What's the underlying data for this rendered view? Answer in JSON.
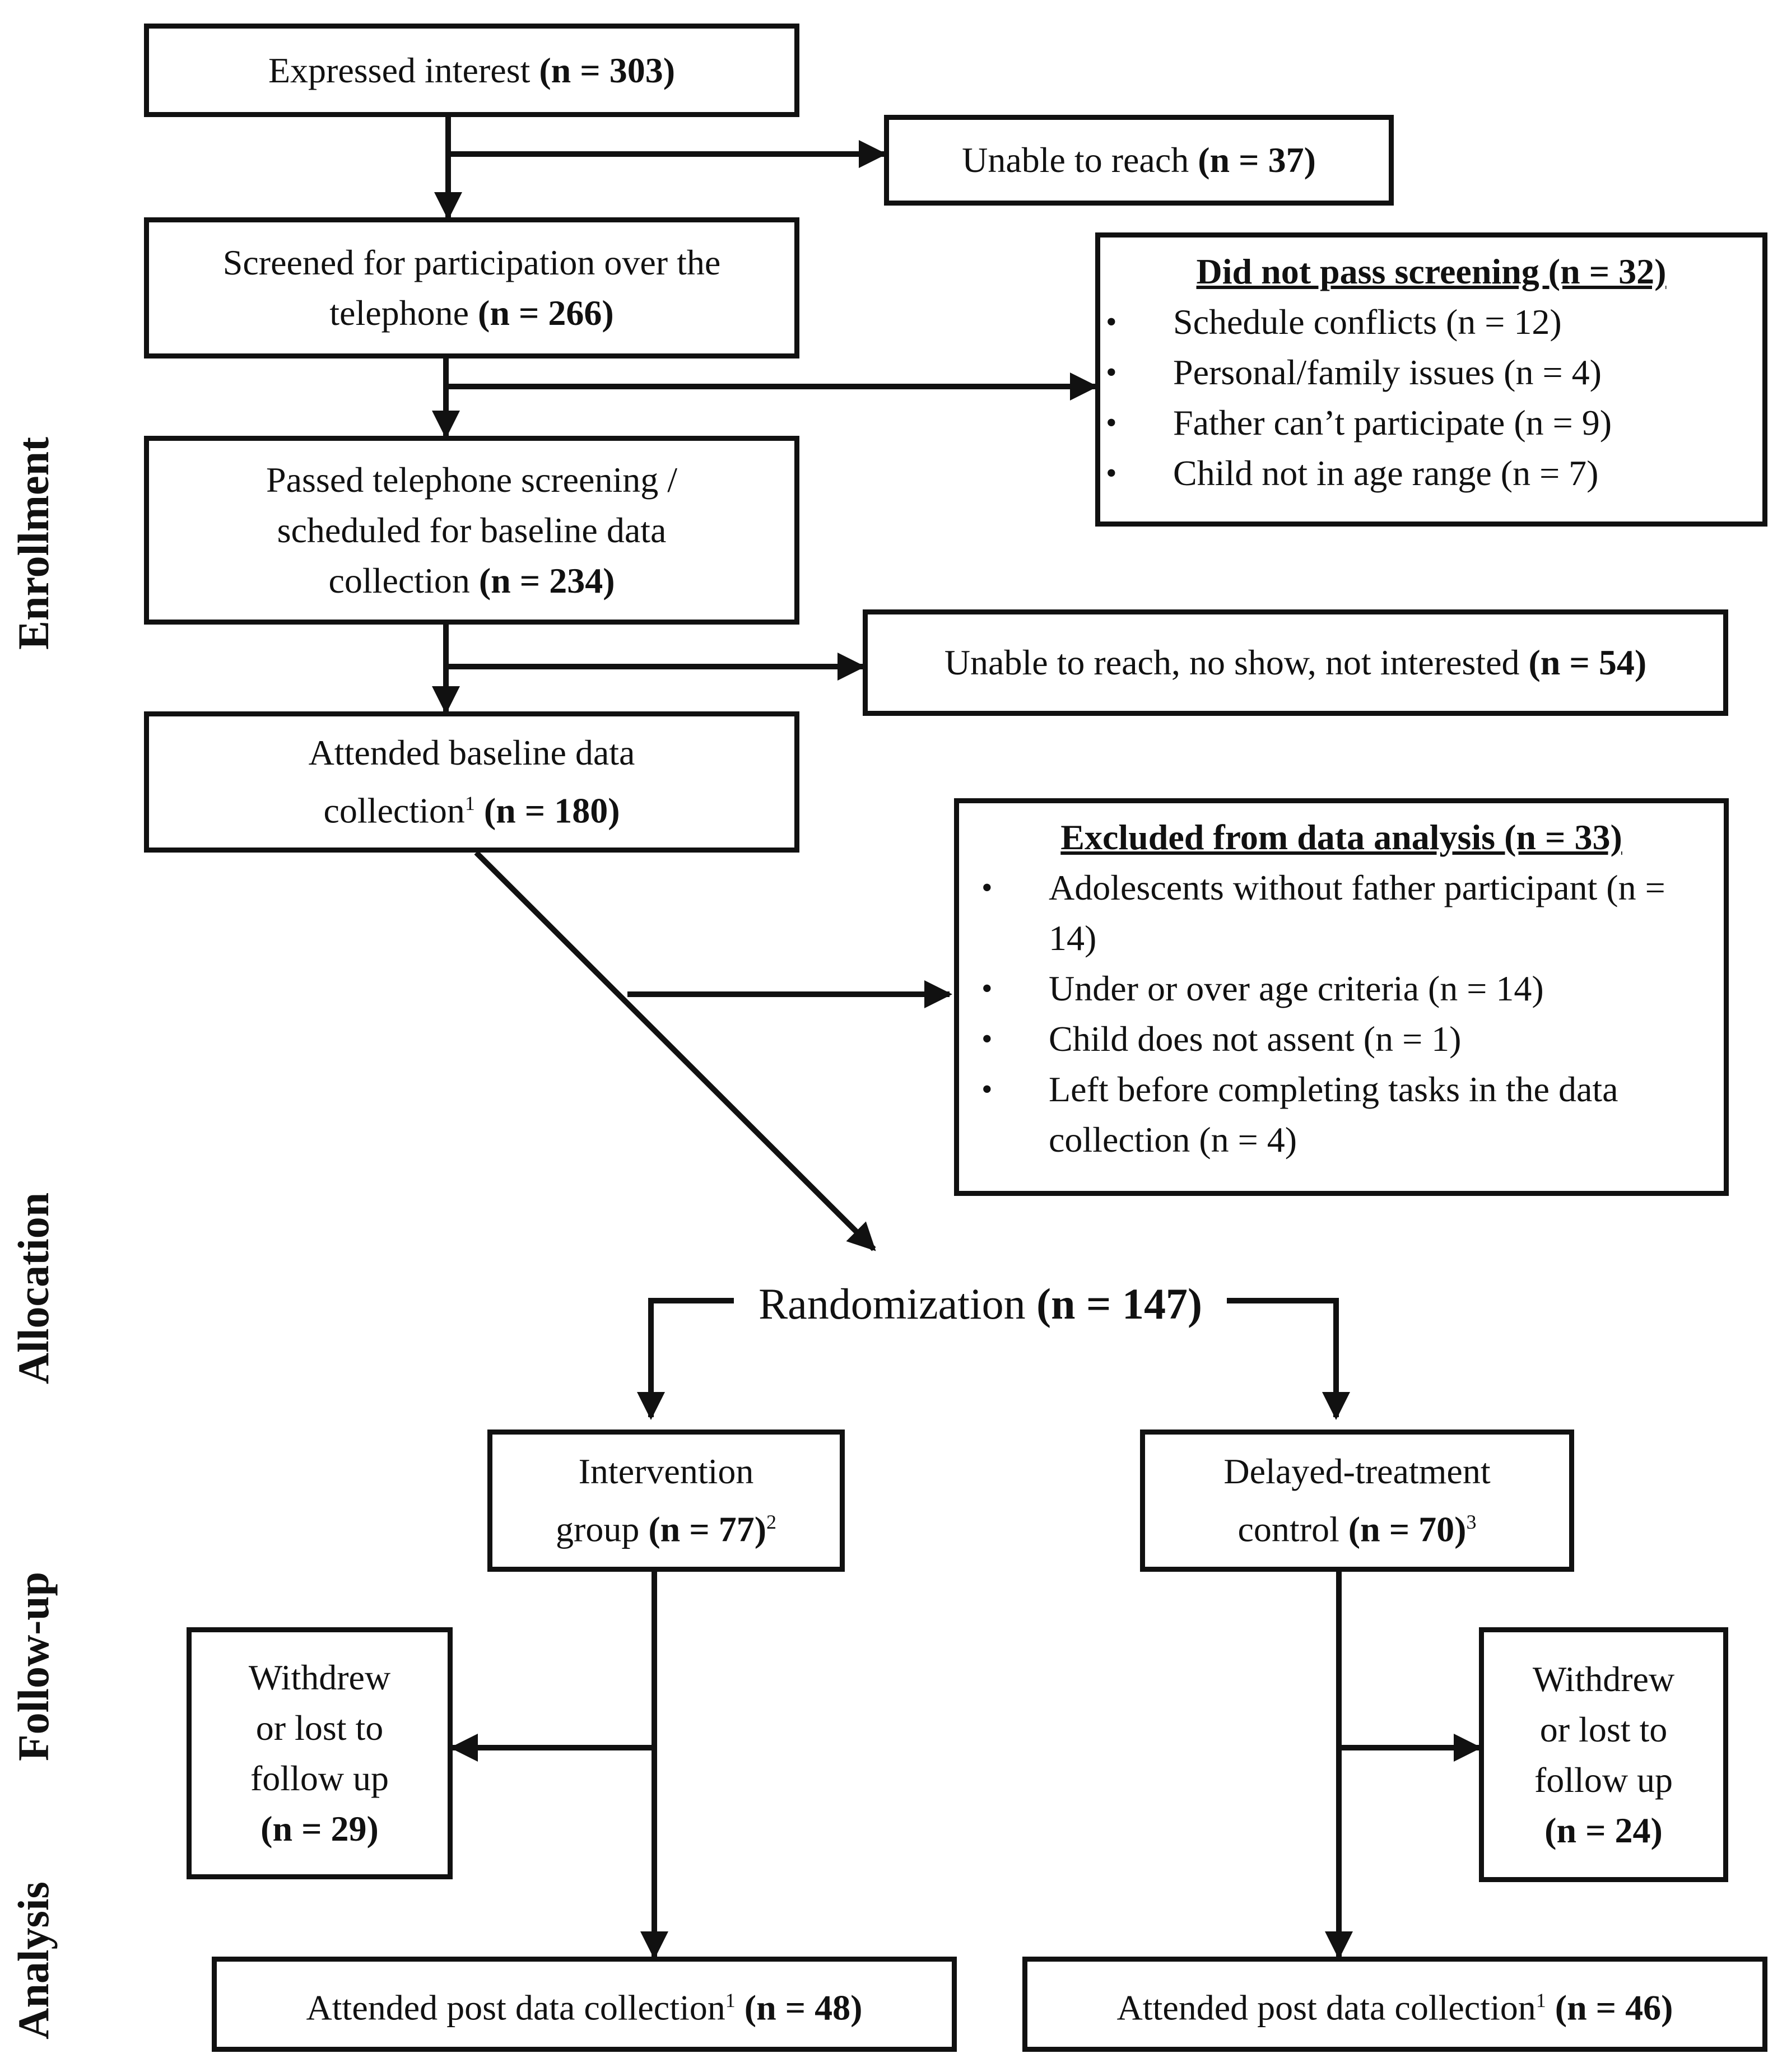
{
  "stages": [
    "Enrollment",
    "Allocation",
    "Follow-up",
    "Analysis"
  ],
  "nodes": {
    "expressed": {
      "line1": "Expressed interest",
      "n": "(n = 303)"
    },
    "unable1": {
      "line1": "Unable to reach",
      "n": "(n = 37)"
    },
    "screened": {
      "line1": "Screened for participation over the",
      "line2": "telephone",
      "n": "(n = 266)"
    },
    "did_not_pass": {
      "title": "Did not pass screening (n = 32)",
      "items": [
        "Schedule conflicts (n = 12)",
        "Personal/family issues (n = 4)",
        "Father can’t participate (n = 9)",
        "Child not in age range (n = 7)"
      ]
    },
    "passed": {
      "line1": "Passed telephone screening /",
      "line2": "scheduled for baseline data",
      "line3": "collection",
      "n": "(n = 234)"
    },
    "unable2": {
      "line1": "Unable to reach, no show, not interested",
      "n": "(n = 54)"
    },
    "attended_baseline": {
      "line1": "Attended baseline data",
      "line2": "collection",
      "sup": "1",
      "n": "(n = 180)"
    },
    "excluded": {
      "title": "Excluded from data analysis (n = 33)",
      "items": [
        "Adolescents without father participant (n = 14)",
        "Under or over age criteria (n = 14)",
        "Child does not assent (n = 1)",
        "Left before completing tasks in the data collection (n = 4)"
      ]
    },
    "randomization": {
      "label": "Randomization",
      "n": "(n = 147)"
    },
    "intervention": {
      "line1": "Intervention",
      "line2": "group",
      "n": "(n = 77)",
      "sup": "2"
    },
    "delayed": {
      "line1": "Delayed-treatment",
      "line2": "control",
      "n": "(n = 70)",
      "sup": "3"
    },
    "withdrew_left": {
      "line1": "Withdrew",
      "line2": "or lost to",
      "line3": "follow up",
      "n": "(n = 29)"
    },
    "withdrew_right": {
      "line1": "Withdrew",
      "line2": "or lost to",
      "line3": "follow up",
      "n": "(n = 24)"
    },
    "post_left": {
      "line1": "Attended post data collection",
      "sup": "1",
      "n": "(n = 48)"
    },
    "post_right": {
      "line1": "Attended post data collection",
      "sup": "1",
      "n": "(n = 46)"
    }
  }
}
